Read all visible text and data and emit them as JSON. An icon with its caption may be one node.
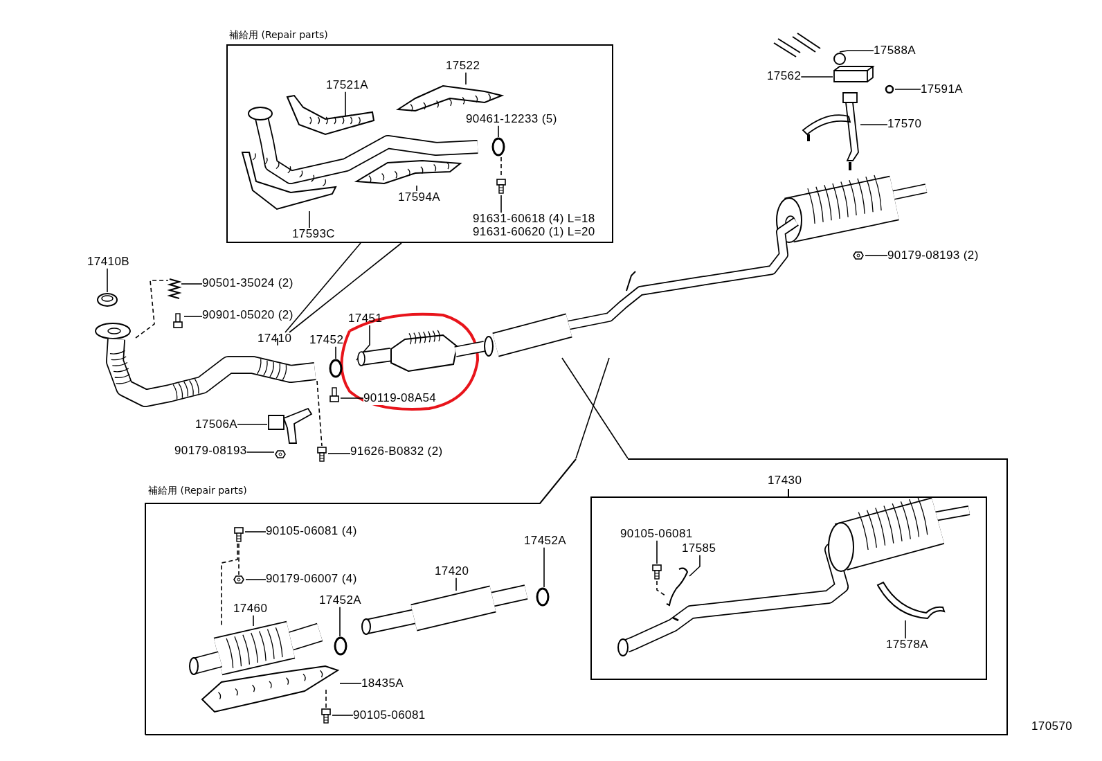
{
  "diagram": {
    "nodes": [
      {
        "text": [
          "補給用 (Repair parts)"
        ]
      },
      {
        "text": [
          "17522"
        ],
        "in": 0
      },
      {
        "text": [
          "17521A"
        ],
        "in": 0
      },
      {
        "text": [
          "90461-12233 (5)"
        ],
        "in": 0
      },
      {
        "text": [
          "17594A"
        ],
        "in": 0
      },
      {
        "text": [
          "17593C"
        ],
        "in": 0
      },
      {
        "text": [
          "91631-60618 (4) L=18",
          "91631-60620 (1) L=20"
        ],
        "in": 0
      },
      {
        "text": [
          "17410B"
        ]
      },
      {
        "text": [
          "90501-35024 (2)"
        ]
      },
      {
        "text": [
          "90901-05020 (2)"
        ]
      },
      {
        "text": [
          "17410"
        ]
      },
      {
        "text": [
          "17452"
        ]
      },
      {
        "text": [
          "17451"
        ]
      },
      {
        "text": [
          "90119-08A54"
        ]
      },
      {
        "text": [
          "17506A"
        ]
      },
      {
        "text": [
          "90179-08193"
        ]
      },
      {
        "text": [
          "91626-B0832 (2)"
        ]
      },
      {
        "text": [
          "17588A"
        ]
      },
      {
        "text": [
          "17562"
        ]
      },
      {
        "text": [
          "17591A"
        ]
      },
      {
        "text": [
          "17570"
        ]
      },
      {
        "text": [
          "90179-08193 (2)"
        ]
      },
      {
        "text": [
          "補給用 (Repair parts)"
        ]
      },
      {
        "text": [
          "90105-06081 (4)"
        ],
        "in": 22
      },
      {
        "text": [
          "90179-06007 (4)"
        ],
        "in": 22
      },
      {
        "text": [
          "17460"
        ],
        "in": 22
      },
      {
        "text": [
          "17452A"
        ],
        "in": 22
      },
      {
        "text": [
          "17420"
        ],
        "in": 22
      },
      {
        "text": [
          "17452A"
        ],
        "in": 22
      },
      {
        "text": [
          "18435A"
        ],
        "in": 22
      },
      {
        "text": [
          "90105-06081"
        ],
        "in": 22
      },
      {
        "text": [
          "17430"
        ],
        "in": 22
      },
      {
        "text": [
          "90105-06081"
        ],
        "in": 31
      },
      {
        "text": [
          "17585"
        ],
        "in": 31
      },
      {
        "text": [
          "17578A"
        ],
        "in": 31
      },
      {
        "text": [],
        "shape": "picture",
        "in": 0
      },
      {
        "text": [],
        "shape": "picture",
        "in": 0
      },
      {
        "text": [],
        "shape": "circle",
        "in": 0
      },
      {
        "text": [],
        "shape": "picture",
        "in": 0
      },
      {
        "text": [],
        "shape": "picture",
        "in": 0
      },
      {
        "text": [],
        "shape": "picture",
        "in": 0
      },
      {
        "text": [],
        "shape": "picture"
      },
      {
        "text": [],
        "shape": "picture"
      },
      {
        "text": [],
        "shape": "picture"
      },
      {
        "text": [],
        "shape": "picture"
      },
      {
        "text": [],
        "shape": "circle"
      },
      {
        "text": [],
        "shape": "picture"
      },
      {
        "text": [],
        "shape": "picture"
      },
      {
        "text": [],
        "shape": "picture"
      },
      {
        "text": [],
        "shape": "picture"
      },
      {
        "text": [],
        "shape": "picture"
      },
      {
        "text": [],
        "shape": "circle"
      },
      {
        "text": [],
        "shape": "picture"
      },
      {
        "text": [],
        "shape": "circle"
      },
      {
        "text": [],
        "shape": "picture"
      },
      {
        "text": [],
        "shape": "picture"
      },
      {
        "text": [],
        "shape": "picture",
        "in": 22
      },
      {
        "text": [],
        "shape": "picture",
        "in": 22
      },
      {
        "text": [],
        "shape": "picture",
        "in": 22
      },
      {
        "text": [],
        "shape": "circle",
        "in": 22
      },
      {
        "text": [],
        "shape": "picture",
        "in": 22
      },
      {
        "text": [],
        "shape": "circle",
        "in": 22
      },
      {
        "text": [],
        "shape": "picture",
        "in": 22
      },
      {
        "text": [],
        "shape": "picture",
        "in": 22
      },
      {
        "text": [],
        "shape": "picture",
        "in": 31
      },
      {
        "text": [],
        "shape": "picture",
        "in": 31
      },
      {
        "text": [],
        "shape": "picture",
        "in": 31
      },
      {
        "text": [],
        "shape": "picture"
      }
    ],
    "edges": [
      {
        "from": 1,
        "to": 35,
        "arrow": "none"
      },
      {
        "from": 2,
        "to": 36,
        "arrow": "none"
      },
      {
        "from": 3,
        "to": 37,
        "arrow": "none"
      },
      {
        "from": 4,
        "to": 38,
        "arrow": "none"
      },
      {
        "from": 5,
        "to": 39,
        "arrow": "none"
      },
      {
        "from": 6,
        "to": 40,
        "arrow": "none"
      },
      {
        "from": 7,
        "to": 41,
        "arrow": "none"
      },
      {
        "from": 8,
        "to": 42,
        "arrow": "none"
      },
      {
        "from": 9,
        "to": 43,
        "arrow": "none"
      },
      {
        "from": 10,
        "to": 44,
        "arrow": "none"
      },
      {
        "from": 11,
        "to": 45,
        "arrow": "none"
      },
      {
        "from": 12,
        "to": 46,
        "arrow": "none"
      },
      {
        "from": 13,
        "to": 47,
        "arrow": "none"
      },
      {
        "from": 14,
        "to": 48,
        "arrow": "none"
      },
      {
        "from": 15,
        "to": 49,
        "arrow": "none"
      },
      {
        "from": 16,
        "to": 50,
        "arrow": "none"
      },
      {
        "from": 17,
        "to": 51,
        "arrow": "none"
      },
      {
        "from": 18,
        "to": 52,
        "arrow": "none"
      },
      {
        "from": 19,
        "to": 53,
        "arrow": "none"
      },
      {
        "from": 20,
        "to": 54,
        "arrow": "none"
      },
      {
        "from": 21,
        "to": 55,
        "arrow": "none"
      },
      {
        "from": 23,
        "to": 56,
        "arrow": "none"
      },
      {
        "from": 24,
        "to": 57,
        "arrow": "none"
      },
      {
        "from": 25,
        "to": 58,
        "arrow": "none"
      },
      {
        "from": 26,
        "to": 59,
        "arrow": "none"
      },
      {
        "from": 27,
        "to": 60,
        "arrow": "none"
      },
      {
        "from": 28,
        "to": 61,
        "arrow": "none"
      },
      {
        "from": 29,
        "to": 62,
        "arrow": "none"
      },
      {
        "from": 30,
        "to": 63,
        "arrow": "none"
      },
      {
        "from": 32,
        "to": 64,
        "arrow": "none"
      },
      {
        "from": 33,
        "to": 65,
        "arrow": "none"
      },
      {
        "from": 34,
        "to": 66,
        "arrow": "none"
      },
      {
        "from": 0,
        "to": 10,
        "arrow": "none"
      },
      {
        "from": 0,
        "to": 10,
        "arrow": "none"
      },
      {
        "from": 67,
        "to": 22,
        "arrow": "none"
      },
      {
        "from": 67,
        "to": 22,
        "arrow": "none"
      },
      {
        "from": 56,
        "to": 57,
        "arrow": "none",
        "style": "dashed"
      },
      {
        "from": 56,
        "to": 58,
        "arrow": "none",
        "style": "dashed"
      },
      {
        "from": 44,
        "to": 42,
        "arrow": "none",
        "style": "dashed"
      },
      {
        "from": 44,
        "to": 50,
        "arrow": "none",
        "style": "dashed"
      },
      {
        "from": 64,
        "to": 65,
        "arrow": "none",
        "style": "dashed"
      },
      {
        "from": 37,
        "to": 40,
        "arrow": "none",
        "style": "dashed"
      }
    ],
    "labels": [
      "170570"
    ]
  }
}
